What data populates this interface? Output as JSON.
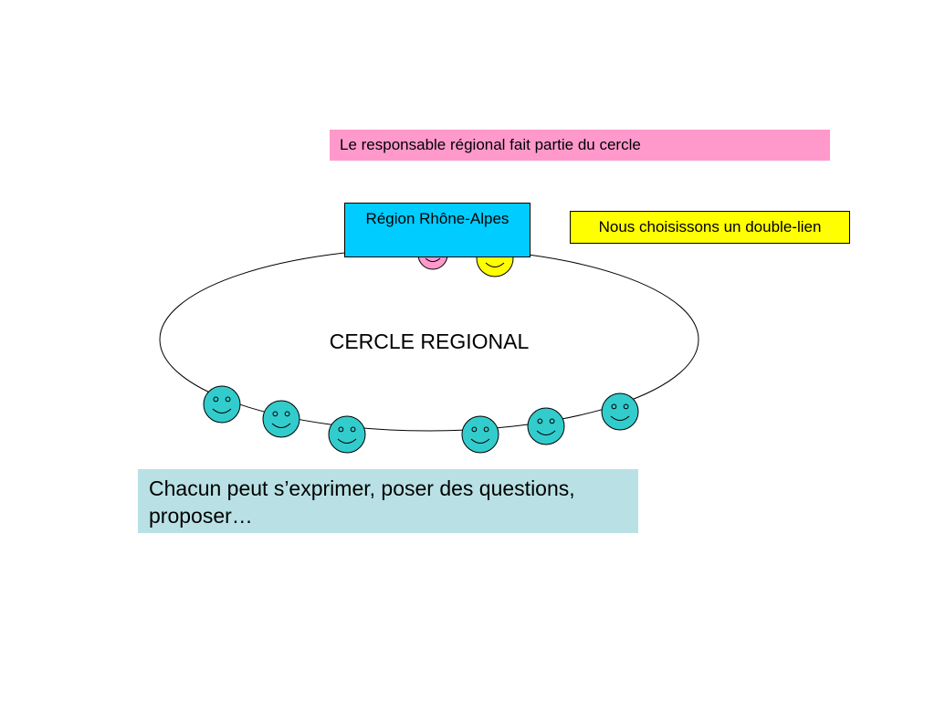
{
  "top_note": "Le responsable régional fait partie du cercle",
  "region_label": "Région Rhône-Alpes",
  "double_link_note": "Nous choisissons un double-lien",
  "circle_title": "CERCLE REGIONAL",
  "bottom_note": "Chacun peut s’exprimer, poser des questions, proposer…",
  "colors": {
    "top_note_bg": "#ff99cc",
    "region_bg": "#00ccff",
    "double_link_bg": "#ffff00",
    "bottom_note_bg": "#b9e1e5",
    "smiley_member": "#33cccc",
    "smiley_pink": "#ff99cc",
    "smiley_yellow": "#ffff00"
  },
  "smileys": [
    {
      "name": "pink-smiley-icon",
      "color": "pink"
    },
    {
      "name": "yellow-smiley-icon",
      "color": "yellow"
    },
    {
      "name": "member-smiley-icon",
      "color": "member"
    },
    {
      "name": "member-smiley-icon",
      "color": "member"
    },
    {
      "name": "member-smiley-icon",
      "color": "member"
    },
    {
      "name": "member-smiley-icon",
      "color": "member"
    },
    {
      "name": "member-smiley-icon",
      "color": "member"
    },
    {
      "name": "member-smiley-icon",
      "color": "member"
    }
  ]
}
